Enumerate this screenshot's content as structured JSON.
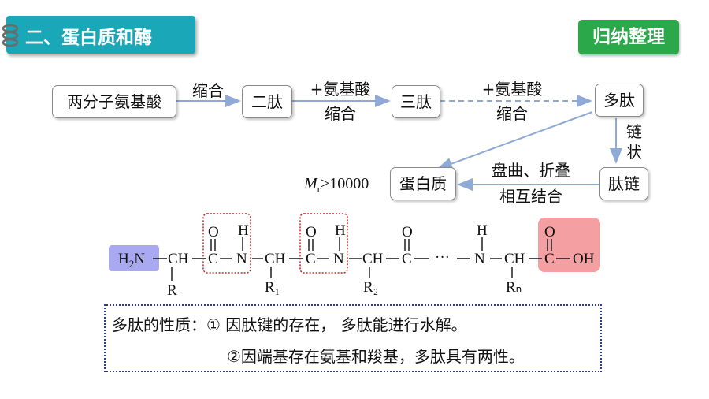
{
  "header": {
    "section_title": "二、蛋白质和酶",
    "summary_badge": "归纳整理"
  },
  "flow": {
    "two_amino_acids": "两分子氨基酸",
    "step1_label": "缩合",
    "dipeptide": "二肽",
    "step2_label_top": "+氨基酸",
    "step2_label_bottom": "缩合",
    "tripeptide": "三肽",
    "step3_label_top": "+氨基酸",
    "step3_label_bottom": "缩合",
    "polypeptide": "多肽",
    "chain_label_1": "链",
    "chain_label_2": "状",
    "peptide_chain": "肽链",
    "fold_label_top": "盘曲、折叠",
    "fold_label_bottom": "相互结合",
    "protein": "蛋白质",
    "mr_symbol": "M",
    "mr_subscript": "r",
    "mr_value": ">10000"
  },
  "structure": {
    "amino_end": "H₂N",
    "carboxyl_end": "OH",
    "ellipsis": "···",
    "r_groups": [
      "R",
      "R₁",
      "R₂",
      "Rₙ"
    ],
    "atoms": {
      "C": "C",
      "O": "O",
      "H": "H",
      "N": "N",
      "CH": "CH"
    },
    "colors": {
      "amino_highlight": "#a9a9f2",
      "carboxyl_highlight": "#f4a0a3",
      "peptide_bond_box": "#cc2222"
    }
  },
  "properties": {
    "heading": "多肽的性质：",
    "point1": "① 因肽键的存在， 多肽能进行水解。",
    "point2": "②因端基存在氨基和羧基，多肽具有两性。"
  }
}
